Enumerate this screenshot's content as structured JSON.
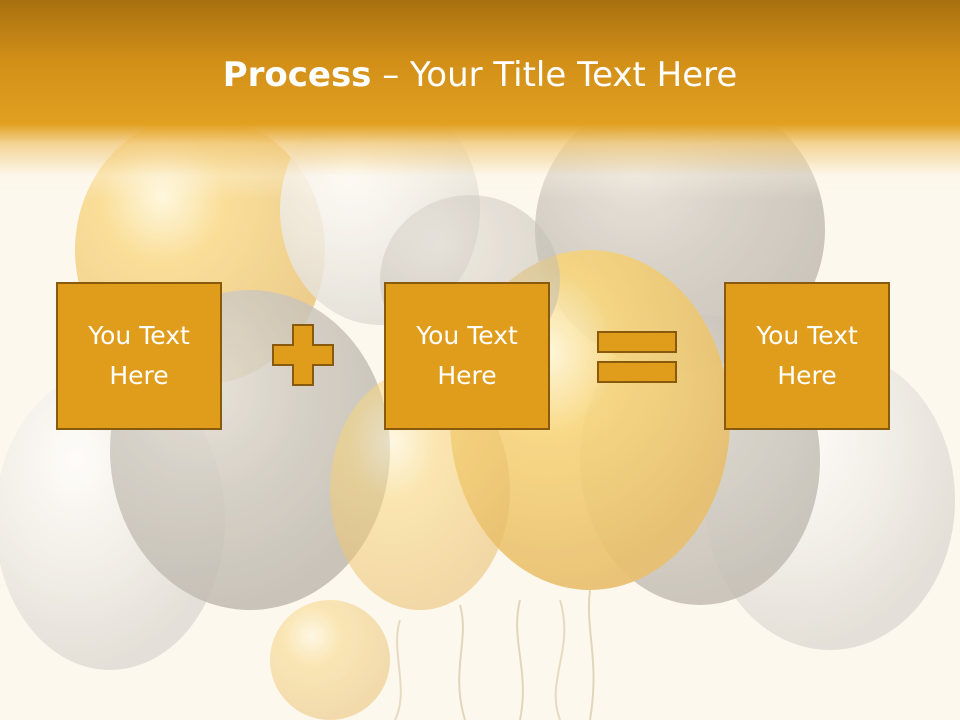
{
  "slide": {
    "title_bold": "Process",
    "title_rest": " – Your Title Text Here"
  },
  "process": {
    "boxes": [
      {
        "text": "You Text Here"
      },
      {
        "text": "You Text Here"
      },
      {
        "text": "You Text Here"
      }
    ],
    "operators": [
      "plus-icon",
      "equals-icon"
    ]
  },
  "colors": {
    "header": "#d18f18",
    "box_fill": "#e09d1c",
    "box_border": "#8a5a0c",
    "text": "#ffffff"
  },
  "background": {
    "icon": "balloons-image"
  }
}
